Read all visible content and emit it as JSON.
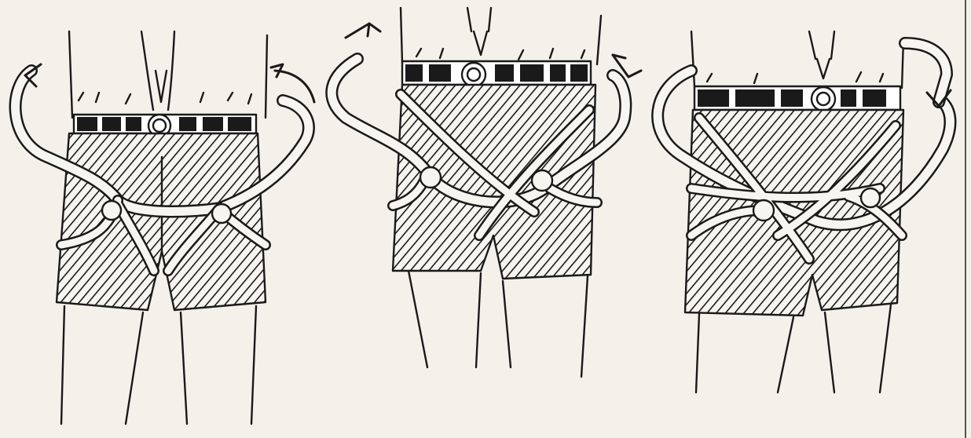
{
  "illustration": {
    "panels": [
      {
        "id": "step-1"
      },
      {
        "id": "step-2"
      },
      {
        "id": "step-3"
      }
    ],
    "colors": {
      "paper": "#f4f1ea",
      "ink": "#1a1a1a",
      "rope": "#f7f5ef"
    }
  }
}
